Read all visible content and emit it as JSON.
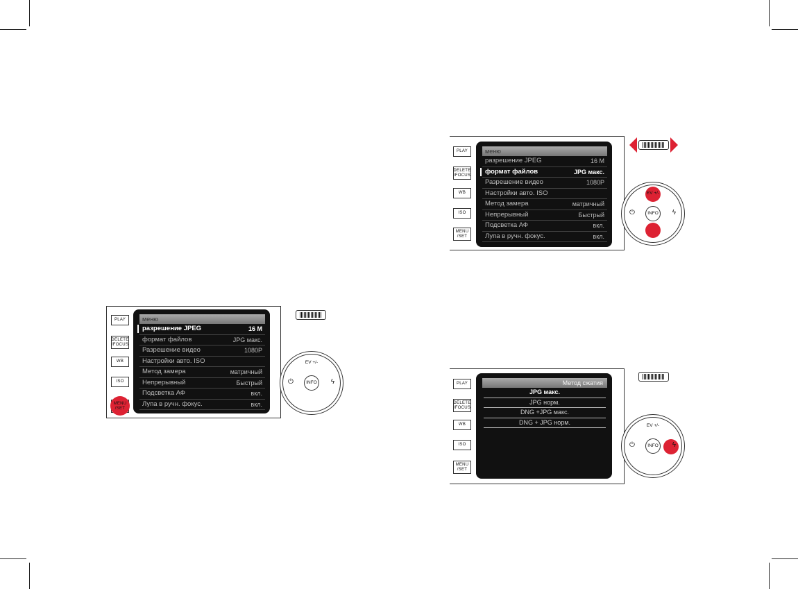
{
  "buttons": {
    "play": "PLAY",
    "delete_focus": "DELETE\n/FOCUS",
    "wb": "WB",
    "iso": "ISO",
    "menu_set": "MENU\n/SET",
    "menu_set_pressed": "MENU\n/SET"
  },
  "dial": {
    "ev": "EV +/-",
    "info": "INFO",
    "timer_icon": "⏻",
    "flash_icon": "ϟ"
  },
  "menu": {
    "header": "меню",
    "items": [
      {
        "label": "разрешение JPEG",
        "value": "16 M"
      },
      {
        "label": "формат файлов",
        "value": "JPG макс."
      },
      {
        "label": "Разрешение видео",
        "value": "1080P"
      },
      {
        "label": "Настройки авто. ISO",
        "value": ""
      },
      {
        "label": "Метод замера",
        "value": "матричный"
      },
      {
        "label": "Непрерывный",
        "value": "Быстрый"
      },
      {
        "label": "Подсветка АФ",
        "value": "вкл."
      },
      {
        "label": "Лупа в ручн. фокус.",
        "value": "вкл."
      }
    ]
  },
  "submenu": {
    "header": "Метод сжатия",
    "options": [
      "JPG макс.",
      "JPG норм.",
      "DNG +JPG макс.",
      "DNG + JPG норм."
    ]
  },
  "colors": {
    "accent_red": "#dd2233",
    "screen_bg": "#111111"
  }
}
